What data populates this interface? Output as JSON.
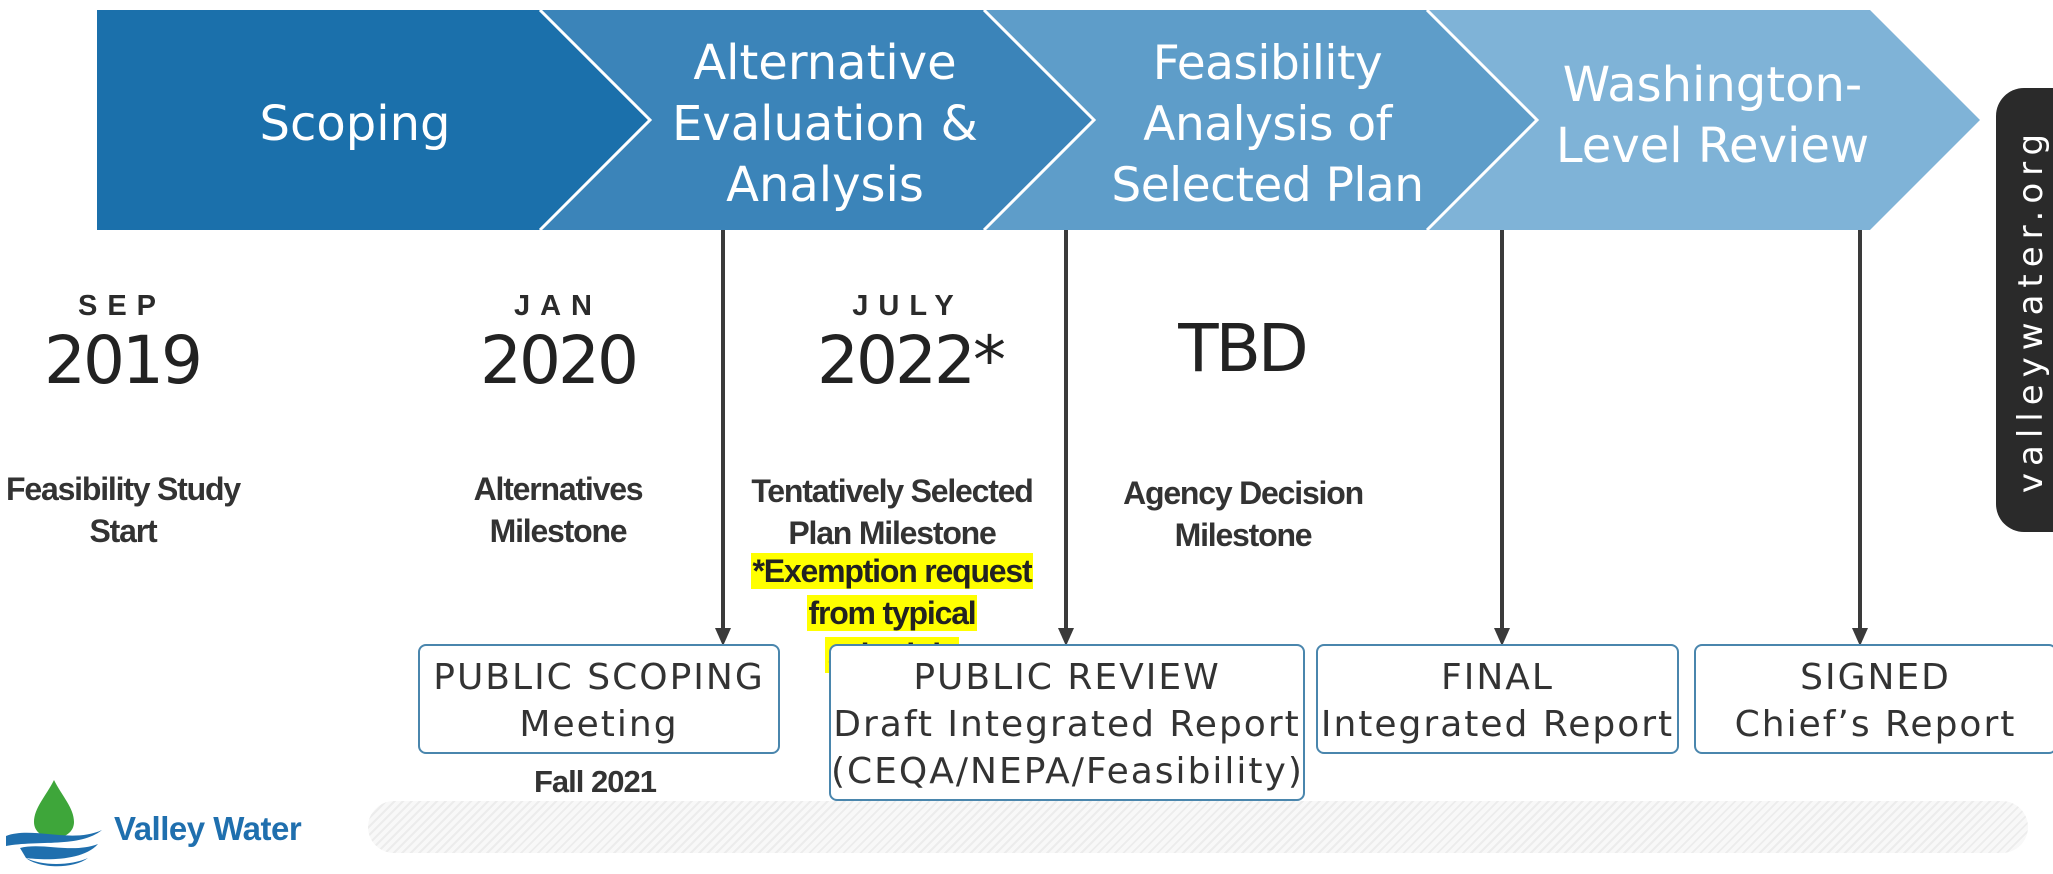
{
  "colors": {
    "phase1": "#1b70ab",
    "phase2": "#3b84b9",
    "phase3": "#5e9dc9",
    "phase4": "#7fb3d7",
    "arrow": "#3a3a3a",
    "event_border": "#4a86ad",
    "highlight": "#ffff00",
    "side_tab": "#2a2a2a",
    "logo_blue": "#1f6fae",
    "logo_green": "#3ea63a"
  },
  "phases": [
    {
      "label": "Scoping"
    },
    {
      "label": "Alternative\nEvaluation &\nAnalysis"
    },
    {
      "label": "Feasibility\nAnalysis of\nSelected Plan"
    },
    {
      "label": "Washington-\nLevel Review"
    }
  ],
  "milestones": [
    {
      "month": "SEP",
      "year": "2019",
      "label": "Feasibility Study\nStart"
    },
    {
      "month": "JAN",
      "year": "2020",
      "label": "Alternatives\nMilestone"
    },
    {
      "month": "JULY",
      "year": "2022*",
      "label": "Tentatively Selected\nPlan Milestone"
    },
    {
      "month": "",
      "year": "TBD",
      "label": "Agency Decision\nMilestone"
    }
  ],
  "exemption_note": {
    "line1": "*Exemption request",
    "line2": "from typical schedule"
  },
  "events": [
    {
      "title": "PUBLIC SCOPING",
      "lines": [
        "Meeting"
      ],
      "sub": "Fall 2021"
    },
    {
      "title": "PUBLIC REVIEW",
      "lines": [
        "Draft Integrated Report",
        "(CEQA/NEPA/Feasibility)"
      ]
    },
    {
      "title": "FINAL",
      "lines": [
        "Integrated Report"
      ]
    },
    {
      "title": "SIGNED",
      "lines": [
        "Chief’s Report"
      ]
    }
  ],
  "side_tab": {
    "text": "valleywater.org"
  },
  "logo": {
    "text": "Valley Water",
    "icon": "water-drop-logo-icon"
  }
}
